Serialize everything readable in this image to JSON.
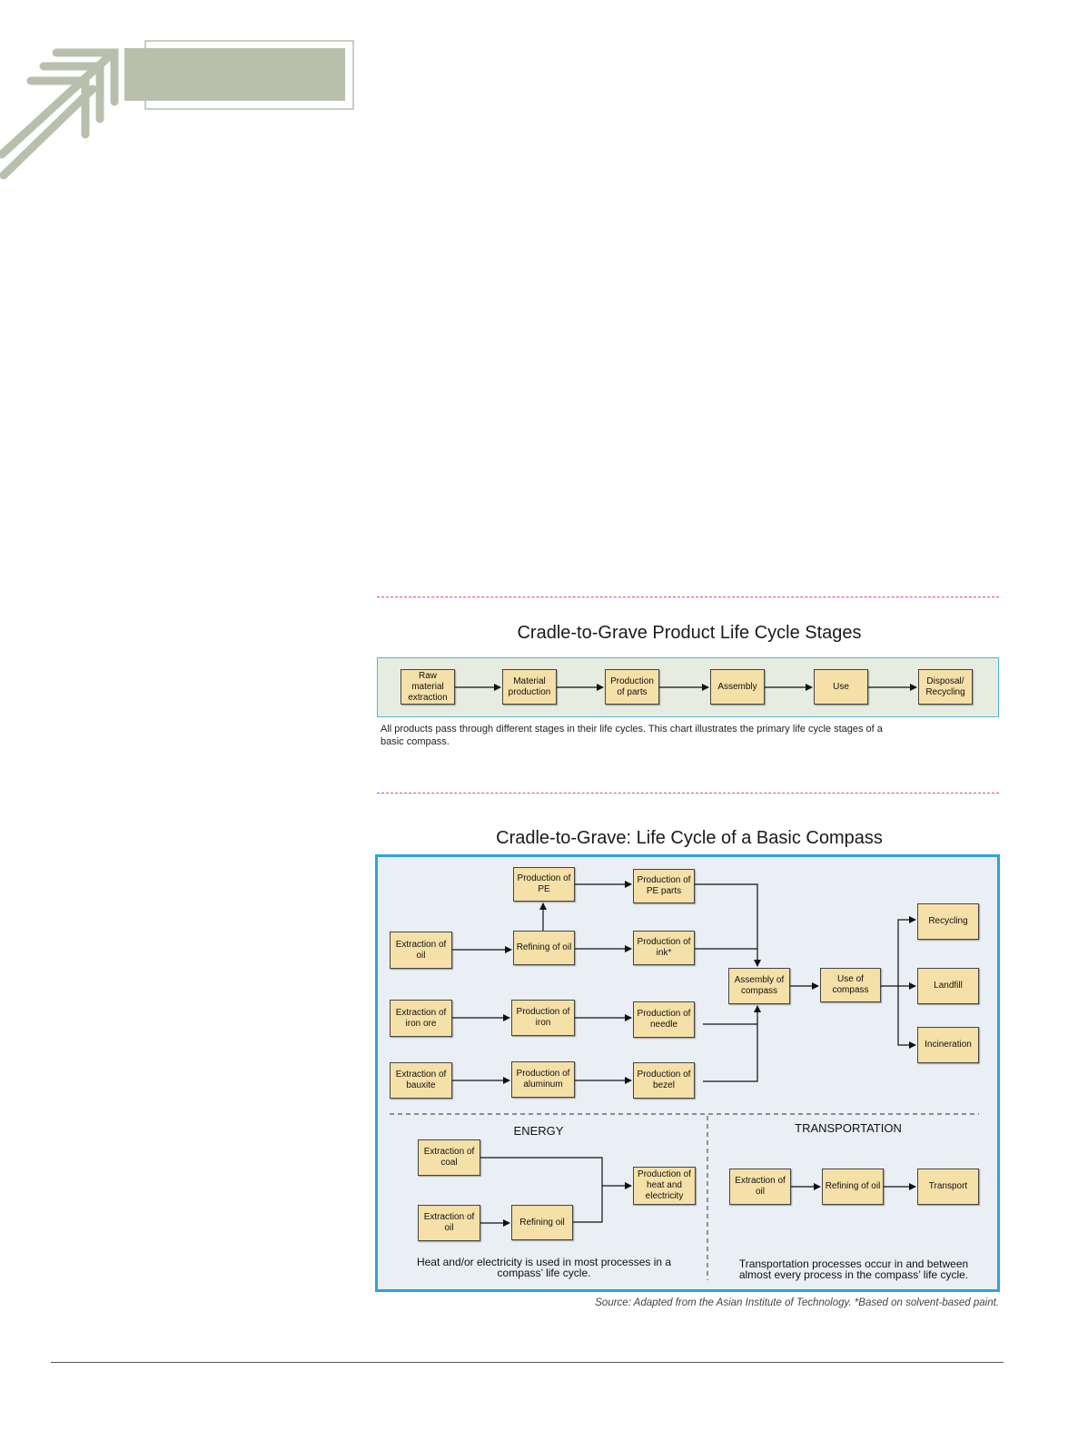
{
  "lifecycle_stages": {
    "title": "Cradle-to-Grave Product Life Cycle Stages",
    "stages": [
      "Raw material extraction",
      "Material production",
      "Production of parts",
      "Assembly",
      "Use",
      "Disposal/ Recycling"
    ],
    "caption": "All products pass through different stages in their life cycles. This chart illustrates the primary life cycle stages of a basic compass."
  },
  "compass_cycle": {
    "title": "Cradle-to-Grave: Life Cycle of a Basic Compass",
    "nodes": {
      "prod_pe": "Production of PE",
      "prod_pe_parts": "Production of PE parts",
      "ext_oil": "Extraction of oil",
      "ref_oil": "Refining of oil",
      "prod_ink": "Production of ink*",
      "ext_iron": "Extraction of iron ore",
      "prod_iron": "Production of iron",
      "prod_needle": "Production of needle",
      "ext_bauxite": "Extraction of bauxite",
      "prod_alu": "Production of aluminum",
      "prod_bezel": "Production of bezel",
      "assembly": "Assembly of compass",
      "use": "Use of compass",
      "recycling": "Recycling",
      "landfill": "Landfill",
      "incineration": "Incineration"
    },
    "energy": {
      "heading": "ENERGY",
      "ext_coal": "Extraction of coal",
      "ext_oil": "Extraction of oil",
      "ref_oil": "Refining oil",
      "prod_heat": "Production of heat and electricity",
      "note": "Heat and/or electricity is used in most processes in a compass’ life cycle."
    },
    "transportation": {
      "heading": "TRANSPORTATION",
      "ext_oil": "Extraction of oil",
      "ref_oil": "Refining of oil",
      "transport": "Transport",
      "note": "Transportation processes occur in and between almost every process in the compass’ life cycle."
    }
  },
  "source": "Source: Adapted from the Asian Institute of Technology. *Based on solvent-based paint.",
  "colors": {
    "accent_blue": "#2ea2de",
    "node_fill": "#f5e0a8",
    "deco_green": "#b8bfac",
    "dash_red": "#d4535f"
  }
}
